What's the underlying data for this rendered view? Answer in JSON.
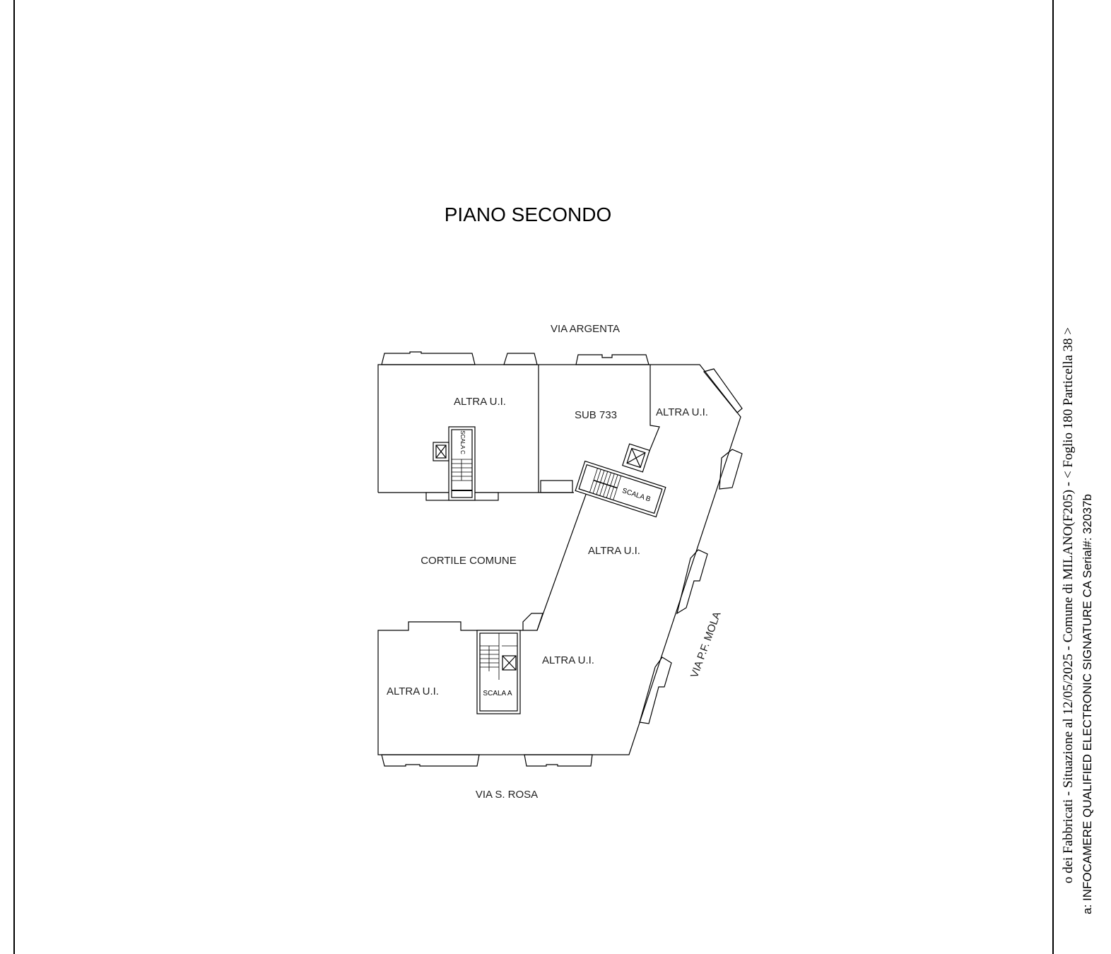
{
  "title": "PIANO SECONDO",
  "streets": {
    "north": "VIA ARGENTA",
    "south": "VIA S. ROSA",
    "east": "VIA P.F. MOLA"
  },
  "rooms": {
    "nw": "ALTRA U.I.",
    "sub": "SUB 733",
    "ne": "ALTRA U.I.",
    "courtyard": "CORTILE COMUNE",
    "east": "ALTRA U.I.",
    "se": "ALTRA U.I.",
    "sw": "ALTRA U.I."
  },
  "stairs": {
    "a": "SCALA A",
    "b": "SCALA B",
    "c": "SCALA C"
  },
  "margin_text": {
    "line1": "o dei Fabbricati - Situazione al 12/05/2025 - Comune di MILANO(F205) - < Foglio 180 Particella 38 >",
    "line2": "a: INFOCAMERE QUALIFIED ELECTRONIC SIGNATURE CA Serial#: 32037b"
  }
}
